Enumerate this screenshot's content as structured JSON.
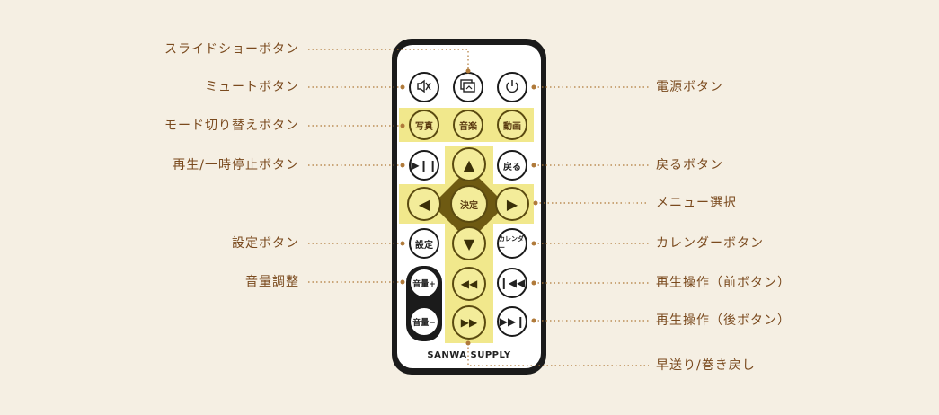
{
  "remote": {
    "brand": "SANWA SUPPLY",
    "buttons": {
      "photo": "写真",
      "music": "音楽",
      "video": "動画",
      "back": "戻る",
      "enter": "決定",
      "settings": "設定",
      "calendar": "カレンダー",
      "volume_up": "音量+",
      "volume_down": "音量−",
      "play_pause_icon": "play-pause-icon",
      "mute_icon": "mute-icon",
      "slideshow_icon": "slideshow-icon",
      "power_icon": "power-icon"
    }
  },
  "labels": {
    "slideshow": "スライドショーボタン",
    "mute": "ミュートボタン",
    "mode_switch": "モード切り替えボタン",
    "play_pause": "再生/一時停止ボタン",
    "settings": "設定ボタン",
    "volume": "音量調整",
    "power": "電源ボタン",
    "back": "戻るボタン",
    "menu_select": "メニュー選択",
    "calendar": "カレンダーボタン",
    "prev": "再生操作（前ボタン）",
    "next": "再生操作（後ボタン）",
    "ff_rew": "早送り/巻き戻し"
  },
  "colors": {
    "background": "#f5efe3",
    "label_text": "#7a4a1e",
    "highlight": "#f1e88c",
    "leader_line": "#b07a3a"
  }
}
